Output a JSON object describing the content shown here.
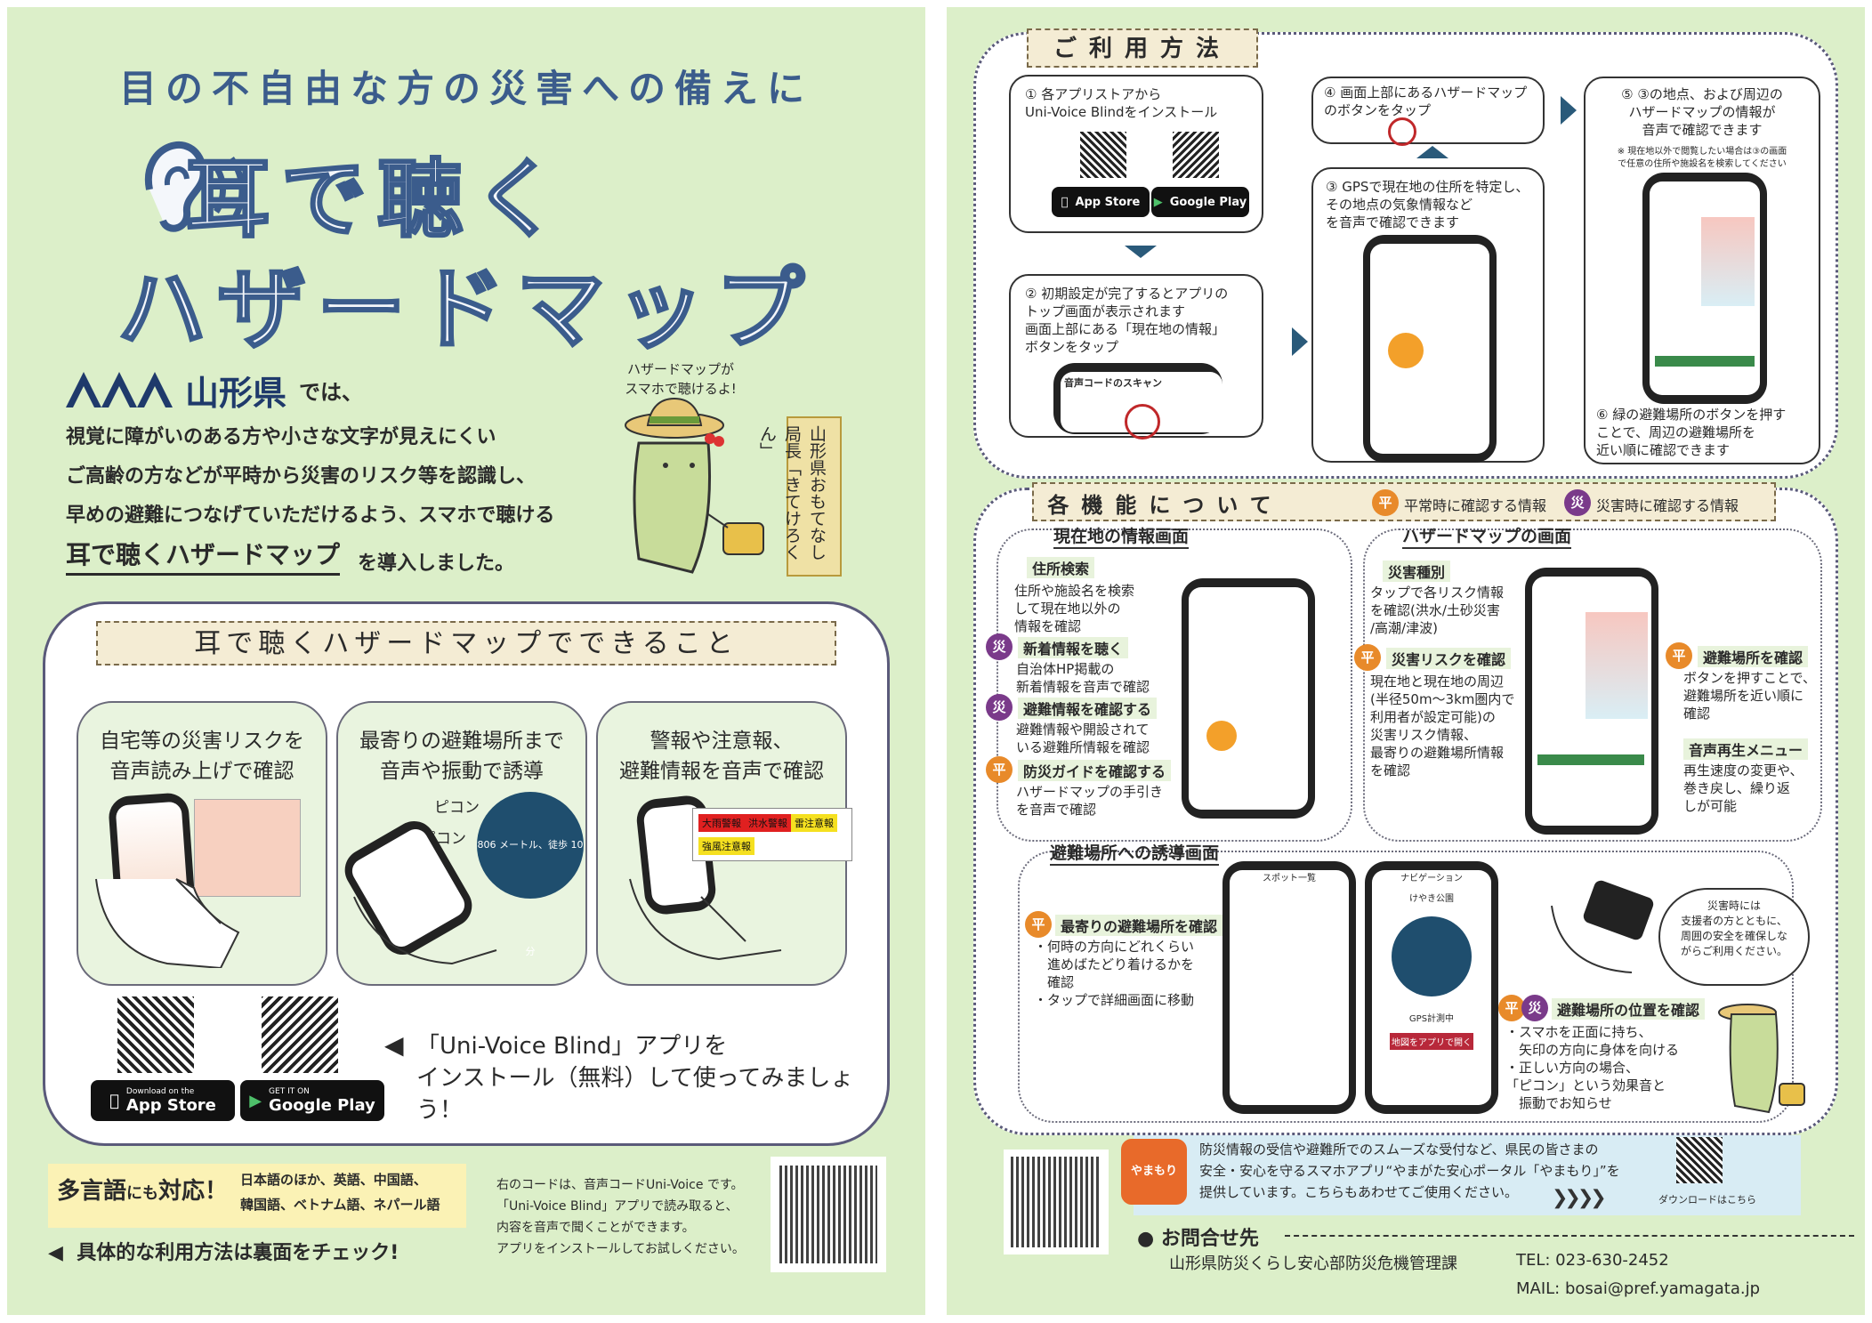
{
  "left": {
    "subtitle": "目の不自由な方の災害への備えに",
    "title_line1": "耳で聴く",
    "title_line2": "ハザードマップ",
    "prefecture": "山形県",
    "prefecture_suffix": "では、",
    "intro_lines": [
      "視覚に障がいのある方や小さな文字が見えにくい",
      "ご高齢の方などが平時から災害のリスク等を認識し、",
      "早めの避難につなげていただけるよう、スマホで聴ける"
    ],
    "intro_highlight": "耳で聴くハザードマップ",
    "intro_end": "を導入しました。",
    "bubble": "ハザードマップが\nスマホで聴けるよ!",
    "mascot_plate": "山形県おもてなし局長「きてけろくん」",
    "can_title": "耳で聴くハザードマップでできること",
    "features": [
      {
        "text": "自宅等の災害リスクを\n音声読み上げで確認"
      },
      {
        "text": "最寄りの避難場所まで\n音声や振動で誘導"
      },
      {
        "text": "警報や注意報、\n避難情報を音声で確認"
      }
    ],
    "pikon1": "ピコン",
    "pikon2": "ピコン",
    "nav_circle": "806 メートル、徒歩 10 分",
    "warn_labels": [
      "大雨警報",
      "洪水警報",
      "雷注意報",
      "強風注意報"
    ],
    "app_store_small": "Download on the",
    "app_store": "App Store",
    "google_small": "GET IT ON",
    "google": "Google Play",
    "install_text": "「Uni-Voice Blind」アプリを\nインストール（無料）して使ってみましょう！",
    "multi_big": "多言語",
    "multi_mid": "にも",
    "multi_big2": "対応！",
    "multi_small": "日本語のほか、英語、中国語、\n韓国語、ベトナム語、ネパール語",
    "check": "具体的な利用方法は裏面をチェック!",
    "code_text": "右のコードは、音声コードUni-Voice です。\n「Uni-Voice Blind」アプリで読み取ると、\n内容を音声で聞くことができます。\nアプリをインストールしてお試しください。"
  },
  "right": {
    "howto_title": "ご利用方法",
    "step1": "① 各アプリストアから\nUni-Voice Blindをインストール",
    "step2": "② 初期設定が完了するとアプリの\nトップ画面が表示されます\n画面上部にある「現在地の情報」\nボタンをタップ",
    "step2_screen": "音声コードのスキャン",
    "step3": "③ GPSで現在地の住所を特定し、\nその地点の気象情報など\nを音声で確認できます",
    "step4": "④ 画面上部にあるハザードマップ\nのボタンをタップ",
    "step5": "⑤ ③の地点、および周辺の\nハザードマップの情報が\n音声で確認できます",
    "step5_note": "※ 現在地以外で閲覧したい場合は③の画面\nで任意の住所や施設名を検索してください",
    "step6": "⑥ 緑の避難場所のボタンを押す\nことで、周辺の避難場所を\n近い順に確認できます",
    "features_title": "各機能について",
    "legend_hei": "平常時に確認する情報",
    "legend_sai": "災害時に確認する情報",
    "mark_hei": "平",
    "mark_sai": "災",
    "current_title": "現在地の情報画面",
    "addr_search": "住所検索",
    "addr_search_text": "住所や施設名を検索\nして現在地以外の\n情報を確認",
    "news": "新着情報を聴く",
    "news_text": "自治体HP掲載の\n新着情報を音声で確認",
    "evac_info": "避難情報を確認する",
    "evac_info_text": "避難情報や開設されて\nいる避難所情報を確認",
    "guide": "防災ガイドを確認する",
    "guide_text": "ハザードマップの手引き\nを音声で確認",
    "hazard_title": "ハザードマップの画面",
    "disaster_type": "災害種別",
    "disaster_type_text": "タップで各リスク情報\nを確認(洪水/土砂災害\n/高潮/津波)",
    "disaster_risk": "災害リスクを確認",
    "disaster_risk_text": "現在地と現在地の周辺\n(半径50m～3km圏内で\n利用者が設定可能)の\n災害リスク情報、\n最寄りの避難場所情報\nを確認",
    "shelter_check": "避難場所を確認",
    "shelter_check_text": "ボタンを押すことで、\n避難場所を近い順に\n確認",
    "playback": "音声再生メニュー",
    "playback_text": "再生速度の変更や、\n巻き戻し、繰り返\nしが可能",
    "guide_screen_title": "避難場所への誘導画面",
    "nearest": "最寄りの避難場所を確認",
    "nearest_text": "・何時の方向にどれくらい\n　進めばたどり着けるかを\n　確認\n・タップで詳細画面に移動",
    "position": "避難場所の位置を確認",
    "position_text": "・スマホを正面に持ち、\n　矢印の方向に身体を向ける\n・正しい方向の場合、\n「ピコン」という効果音と\n　振動でお知らせ",
    "speech": "災害時には\n支援者の方とともに、\n周囲の安全を確保しな\nがらご利用ください。",
    "phone_a_title": "スポット一覧",
    "phone_b_title": "ナビゲーション",
    "phone_b_place": "けやき公園",
    "phone_b_btn": "GPS計測中",
    "phone_b_btn2": "地図をアプリで開く",
    "yamamori_icon": "やまもり",
    "info_text": "防災情報の受信や避難所でのスムーズな受付など、県民の皆さまの\n安全・安心を守るスマホアプリ“やまがた安心ポータル「やまもり」”を\n提供しています。こちらもあわせてご使用ください。",
    "download": "ダウンロードはこちら",
    "contact_head": "お問合せ先",
    "contact_dept": "山形県防災くらし安心部防災危機管理課",
    "tel": "TEL: 023-630-2452",
    "mail": "MAIL: bosai@pref.yamagata.jp"
  }
}
